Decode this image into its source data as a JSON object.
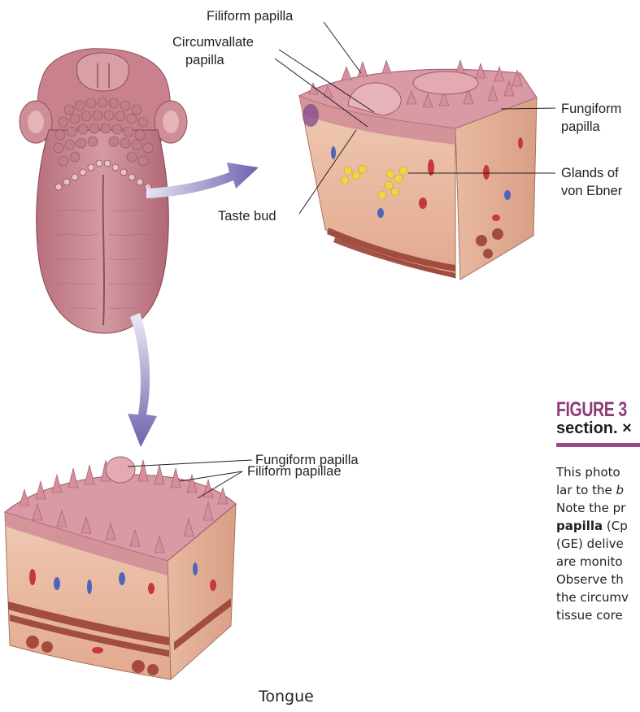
{
  "labels": {
    "filiform_papilla_top": "Filiform papilla",
    "circumvallate_line1": "Circumvallate",
    "circumvallate_line2": "papilla",
    "fungiform_right_line1": "Fungiform",
    "fungiform_right_line2": "papilla",
    "glands_line1": "Glands of",
    "glands_line2": "von Ebner",
    "taste_bud": "Taste bud",
    "fungiform_bottom": "Fungiform papilla",
    "filiform_papillae_bottom": "Filiform papillae"
  },
  "caption": {
    "figure_title": "FIGURE 3",
    "subtitle": "section. ×",
    "lines": [
      {
        "plain": "This photo"
      },
      {
        "plain": "lar to the ",
        "italic": "b"
      },
      {
        "plain": "Note the pr"
      },
      {
        "bold": "papilla",
        "plain": " (Cp"
      },
      {
        "plain": "(GE) delive"
      },
      {
        "plain": "are  monito"
      },
      {
        "plain": "Observe th"
      },
      {
        "plain": "the circumv"
      },
      {
        "plain": "tissue core"
      }
    ]
  },
  "bottom_title": "Tongue",
  "colors": {
    "caption_accent": "#8e3a78",
    "arrow": "#7b6fb8",
    "tissue": "#e9b9a2",
    "papilla": "#d99aa6",
    "muscle": "#9a4336",
    "gland": "#f3d34a",
    "vessel_red": "#c8373a",
    "vessel_blue": "#4f63b8"
  }
}
